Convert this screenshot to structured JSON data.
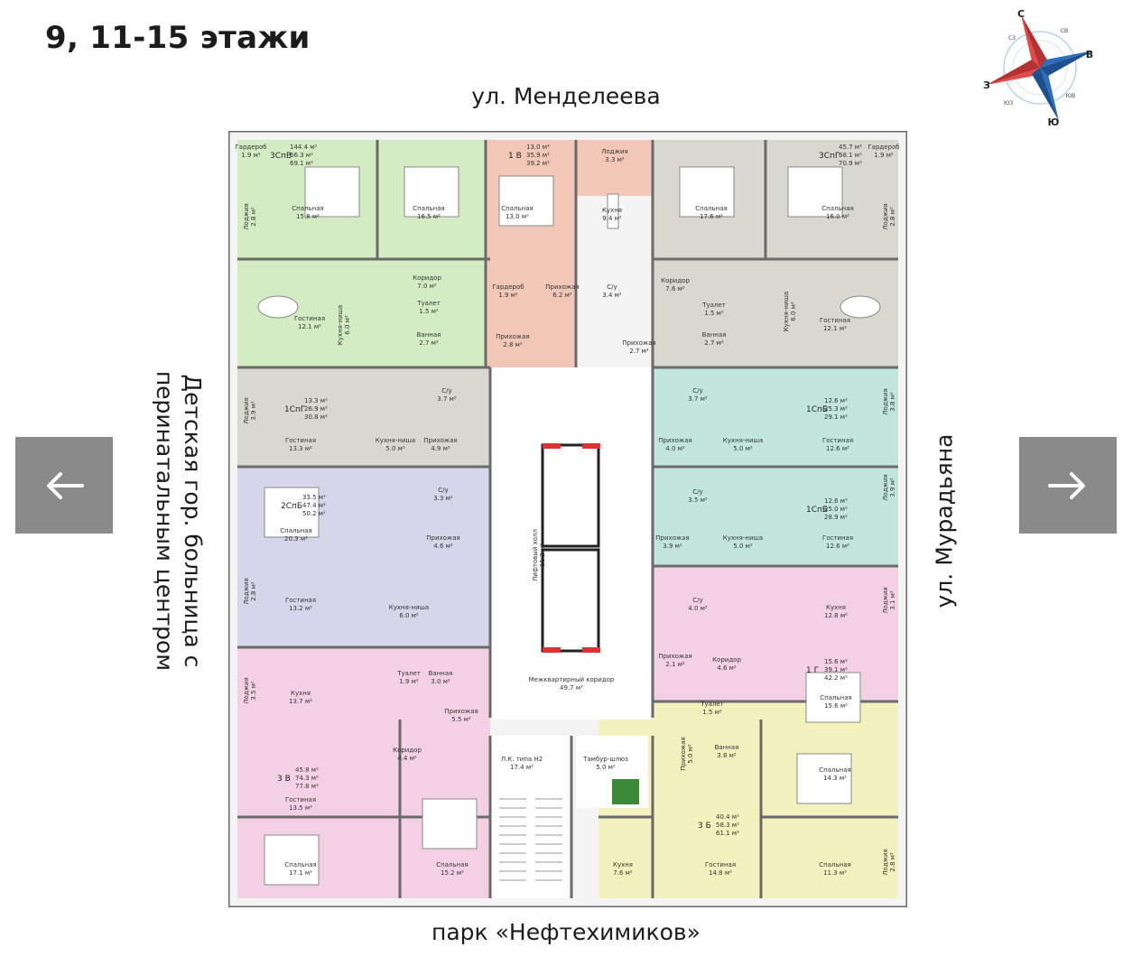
{
  "title": "9, 11-15 этажи",
  "streets": {
    "top": "ул. Менделеева",
    "bottom": "парк «Нефтехимиков»",
    "left_line1": "Детская гор. больница с",
    "left_line2": "перинатальным центром",
    "right": "ул. Мурадьяна"
  },
  "compass": {
    "n": "С",
    "e": "В",
    "s": "Ю",
    "w": "З",
    "ne": "СВ",
    "nw": "СЗ",
    "se": "ЮВ",
    "sw": "ЮЗ"
  },
  "nav": {
    "prev_icon": "arrow-left-icon",
    "next_icon": "arrow-right-icon"
  },
  "colors": {
    "nav_bg": "#8a8a8a",
    "green": "#d4ecc4",
    "salmon": "#f2c7b7",
    "taupe": "#d8d8d0",
    "mint": "#c3e6dc",
    "lavender": "#d6d6ea",
    "pink": "#f3d0e4",
    "yellow": "#f3f2bf",
    "wall": "#6a6a6a"
  },
  "apartments": [
    {
      "id": "a1",
      "color": "green",
      "type": "3СпВ",
      "areas": [
        "144.4 м²",
        "66.3 м²",
        "69.1 м²"
      ]
    },
    {
      "id": "a2",
      "color": "salmon",
      "type": "1 В",
      "areas": [
        "13.0 м²",
        "35.9 м²",
        "39.2 м²"
      ]
    },
    {
      "id": "a3",
      "color": "taupe",
      "type": "3СпГ",
      "areas": [
        "45.7 м²",
        "68.1 м²",
        "70.9 м²"
      ]
    },
    {
      "id": "a4",
      "color": "taupe",
      "type": "1СпГ",
      "areas": [
        "13.3 м²",
        "26.9 м²",
        "30.8 м²"
      ]
    },
    {
      "id": "a5",
      "color": "mint",
      "type": "1СпБ",
      "areas": [
        "12.6 м²",
        "25.3 м²",
        "29.1 м²"
      ]
    },
    {
      "id": "a6",
      "color": "lavender",
      "type": "2СпБ",
      "areas": [
        "33.5 м²",
        "47.4 м²",
        "50.2 м²"
      ]
    },
    {
      "id": "a7",
      "color": "mint",
      "type": "1СпБ",
      "areas": [
        "12.6 м²",
        "25.0 м²",
        "28.9 м²"
      ]
    },
    {
      "id": "a8",
      "color": "pink",
      "type": "1 Г",
      "areas": [
        "15.6 м²",
        "39.1 м²",
        "42.2 м²"
      ]
    },
    {
      "id": "a9",
      "color": "pink",
      "type": "3 В",
      "areas": [
        "45.8 м²",
        "74.3 м²",
        "77.8 м²"
      ]
    },
    {
      "id": "a10",
      "color": "yellow",
      "type": "3 Б",
      "areas": [
        "40.4 м²",
        "58.3 м²",
        "61.1 м²"
      ]
    }
  ],
  "rooms": [
    {
      "name": "Гардероб",
      "area": "1.9 м²"
    },
    {
      "name": "Спальная",
      "area": "15.8 м²"
    },
    {
      "name": "Спальная",
      "area": "16.5 м²"
    },
    {
      "name": "Лоджия",
      "area": "2.8 м²"
    },
    {
      "name": "Гостиная",
      "area": "12.1 м²"
    },
    {
      "name": "Кухня-ниша",
      "area": "6.0 м²"
    },
    {
      "name": "Коридор",
      "area": "7.0 м²"
    },
    {
      "name": "Туалет",
      "area": "1.5 м²"
    },
    {
      "name": "Ванная",
      "area": "2.7 м²"
    },
    {
      "name": "Спальная",
      "area": "13.0 м²"
    },
    {
      "name": "Кухня",
      "area": "9.4 м²"
    },
    {
      "name": "Лоджия",
      "area": "3.3 м²"
    },
    {
      "name": "Гардероб",
      "area": "1.9 м²"
    },
    {
      "name": "Прихожая",
      "area": "6.2 м²"
    },
    {
      "name": "С/у",
      "area": "3.4 м²"
    },
    {
      "name": "Прихожая",
      "area": "2.8 м²"
    },
    {
      "name": "Прихожая",
      "area": "2.7 м²"
    },
    {
      "name": "Спальная",
      "area": "17.6 м²"
    },
    {
      "name": "Спальная",
      "area": "16.0 м²"
    },
    {
      "name": "Гардероб",
      "area": "1.9 м²"
    },
    {
      "name": "Лоджия",
      "area": "2.8 м²"
    },
    {
      "name": "Коридор",
      "area": "7.6 м²"
    },
    {
      "name": "Туалет",
      "area": "1.5 м²"
    },
    {
      "name": "Ванная",
      "area": "2.7 м²"
    },
    {
      "name": "Кухня-ниша",
      "area": "6.0 м²"
    },
    {
      "name": "Гостиная",
      "area": "12.1 м²"
    },
    {
      "name": "Лоджия",
      "area": "3.9 м²"
    },
    {
      "name": "Гостиная",
      "area": "13.3 м²"
    },
    {
      "name": "Кухня-ниша",
      "area": "5.0 м²"
    },
    {
      "name": "Прихожая",
      "area": "4.9 м²"
    },
    {
      "name": "С/у",
      "area": "3.7 м²"
    },
    {
      "name": "С/у",
      "area": "3.7 м²"
    },
    {
      "name": "Прихожая",
      "area": "4.0 м²"
    },
    {
      "name": "Кухня-ниша",
      "area": "5.0 м²"
    },
    {
      "name": "Гостиная",
      "area": "12.6 м²"
    },
    {
      "name": "Лоджия",
      "area": "3.8 м²"
    },
    {
      "name": "Спальная",
      "area": "20.3 м²"
    },
    {
      "name": "С/у",
      "area": "3.3 м²"
    },
    {
      "name": "Прихожая",
      "area": "4.6 м²"
    },
    {
      "name": "Лифтовый холл",
      "area": "11.2 м²"
    },
    {
      "name": "С/у",
      "area": "3.5 м²"
    },
    {
      "name": "Прихожая",
      "area": "3.9 м²"
    },
    {
      "name": "Кухня-ниша",
      "area": "5.0 м²"
    },
    {
      "name": "Гостиная",
      "area": "12.6 м²"
    },
    {
      "name": "Лоджия",
      "area": "3.9 м²"
    },
    {
      "name": "Лоджия",
      "area": "2.8 м²"
    },
    {
      "name": "Гостиная",
      "area": "13.2 м²"
    },
    {
      "name": "Кухня-ниша",
      "area": "6.0 м²"
    },
    {
      "name": "С/у",
      "area": "4.0 м²"
    },
    {
      "name": "Кухня",
      "area": "12.8 м²"
    },
    {
      "name": "Лоджия",
      "area": "3.1 м²"
    },
    {
      "name": "Туалет",
      "area": "1.9 м²"
    },
    {
      "name": "Ванная",
      "area": "3.0 м²"
    },
    {
      "name": "Межквартирный коридор",
      "area": "49.7 м²"
    },
    {
      "name": "Прихожая",
      "area": "2.1 м²"
    },
    {
      "name": "Коридор",
      "area": "4.6 м²"
    },
    {
      "name": "Спальная",
      "area": "15.6 м²"
    },
    {
      "name": "Лоджия",
      "area": "3.5 м²"
    },
    {
      "name": "Кухня",
      "area": "13.7 м²"
    },
    {
      "name": "Прихожая",
      "area": "5.5 м²"
    },
    {
      "name": "Туалет",
      "area": "1.5 м²"
    },
    {
      "name": "Коридор",
      "area": "4.4 м²"
    },
    {
      "name": "Л.К. типа Н2",
      "area": "17.4 м²"
    },
    {
      "name": "Тамбур-шлюз",
      "area": "5.0 м²"
    },
    {
      "name": "Прихожая",
      "area": "5.0 м²"
    },
    {
      "name": "Ванная",
      "area": "3.8 м²"
    },
    {
      "name": "Спальная",
      "area": "14.3 м²"
    },
    {
      "name": "Гостиная",
      "area": "13.5 м²"
    },
    {
      "name": "Спальная",
      "area": "17.1 м²"
    },
    {
      "name": "Спальная",
      "area": "15.2 м²"
    },
    {
      "name": "Кухня",
      "area": "7.6 м²"
    },
    {
      "name": "Гостиная",
      "area": "14.8 м²"
    },
    {
      "name": "Спальная",
      "area": "11.3 м²"
    },
    {
      "name": "Лоджия",
      "area": "2.8 м²"
    }
  ]
}
